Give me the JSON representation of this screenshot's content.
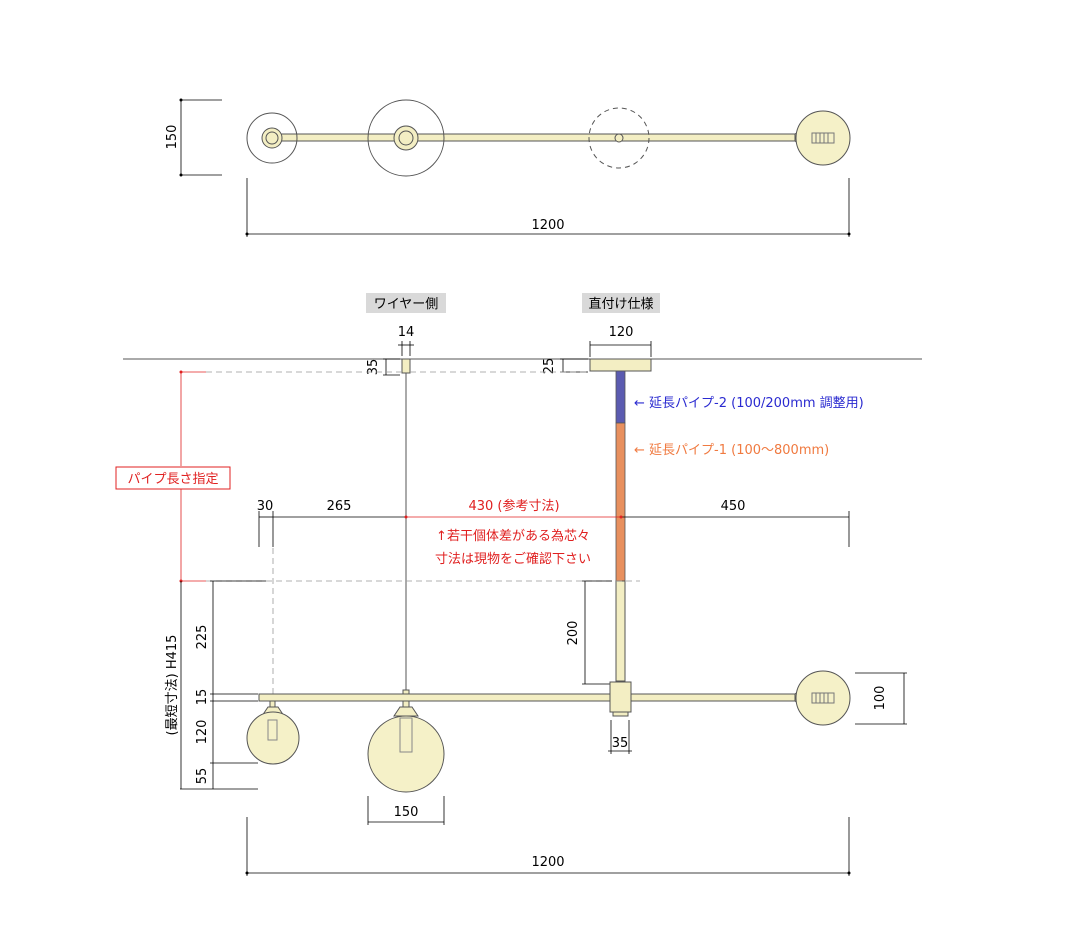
{
  "colors": {
    "brass": "#f3eec3",
    "globe": "#f5f1c8",
    "pipe_2": "#5b5bb0",
    "pipe_1": "#e8905e",
    "red": "#e02020",
    "blue": "#2a2ad0",
    "orange": "#f07a40"
  },
  "plan": {
    "dim_height": "150",
    "dim_width": "1200"
  },
  "elevation": {
    "header_wire": "ワイヤー側",
    "header_direct": "直付け仕様",
    "dim_wire_width": "14",
    "dim_wire_drop": "35",
    "dim_plate_width": "120",
    "dim_plate_height": "25",
    "note_pipe2": "← 延長パイプ-2 (100/200mm 調整用)",
    "note_pipe1": "← 延長パイプ-1 (100〜800mm)",
    "pipe_length_label": "パイプ長さ指定",
    "dim_30": "30",
    "dim_265": "265",
    "dim_430": "430 (参考寸法)",
    "dim_450": "450",
    "note_line1": "↑若干個体差がある為芯々",
    "note_line2": "寸法は現物をご確認下さい",
    "dim_200": "200",
    "dim_225": "225",
    "dim_15": "15",
    "dim_120": "120",
    "dim_55": "55",
    "dim_min_height": "(最短寸法) H415",
    "dim_100": "100",
    "dim_35": "35",
    "dim_globe": "150",
    "dim_total": "1200"
  }
}
